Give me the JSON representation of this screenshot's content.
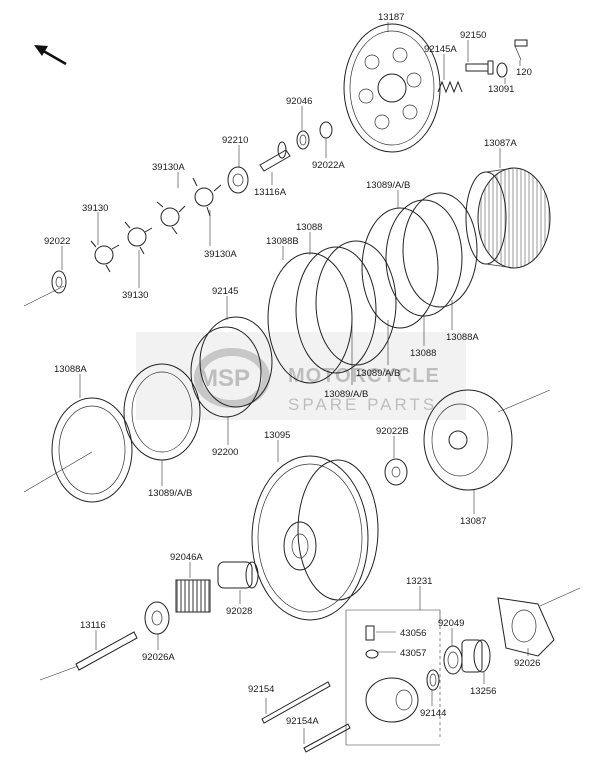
{
  "watermark": {
    "line1": "MOTORCYCLE",
    "line2": "SPARE PARTS",
    "badge": "MSP",
    "color": "#b5b5b5"
  },
  "parts": [
    {
      "id": "13187",
      "label": "13187"
    },
    {
      "id": "92150",
      "label": "92150"
    },
    {
      "id": "92145A",
      "label": "92145A"
    },
    {
      "id": "120",
      "label": "120"
    },
    {
      "id": "13091",
      "label": "13091"
    },
    {
      "id": "92046",
      "label": "92046"
    },
    {
      "id": "92022A",
      "label": "92022A"
    },
    {
      "id": "92210",
      "label": "92210"
    },
    {
      "id": "13116A",
      "label": "13116A"
    },
    {
      "id": "39130A_top",
      "label": "39130A"
    },
    {
      "id": "39130_top",
      "label": "39130"
    },
    {
      "id": "92022",
      "label": "92022"
    },
    {
      "id": "39130_bot",
      "label": "39130"
    },
    {
      "id": "39130A_bot",
      "label": "39130A"
    },
    {
      "id": "13087A",
      "label": "13087A"
    },
    {
      "id": "13089AB_top",
      "label": "13089/A/B"
    },
    {
      "id": "13088_top",
      "label": "13088"
    },
    {
      "id": "13088B",
      "label": "13088B"
    },
    {
      "id": "92145",
      "label": "92145"
    },
    {
      "id": "13088A_right",
      "label": "13088A"
    },
    {
      "id": "13088_right",
      "label": "13088"
    },
    {
      "id": "13089AB_mid1",
      "label": "13089/A/B"
    },
    {
      "id": "13089AB_mid2",
      "label": "13089/A/B"
    },
    {
      "id": "13088A_left",
      "label": "13088A"
    },
    {
      "id": "92200",
      "label": "92200"
    },
    {
      "id": "13095",
      "label": "13095"
    },
    {
      "id": "92022B",
      "label": "92022B"
    },
    {
      "id": "13089AB_left",
      "label": "13089/A/B"
    },
    {
      "id": "13087",
      "label": "13087"
    },
    {
      "id": "92046A",
      "label": "92046A"
    },
    {
      "id": "92028",
      "label": "92028"
    },
    {
      "id": "13231",
      "label": "13231"
    },
    {
      "id": "43056",
      "label": "43056"
    },
    {
      "id": "92049",
      "label": "92049"
    },
    {
      "id": "43057",
      "label": "43057"
    },
    {
      "id": "13116",
      "label": "13116"
    },
    {
      "id": "92026A",
      "label": "92026A"
    },
    {
      "id": "92026",
      "label": "92026"
    },
    {
      "id": "13256",
      "label": "13256"
    },
    {
      "id": "92154",
      "label": "92154"
    },
    {
      "id": "92144",
      "label": "92144"
    },
    {
      "id": "92154A",
      "label": "92154A"
    }
  ]
}
